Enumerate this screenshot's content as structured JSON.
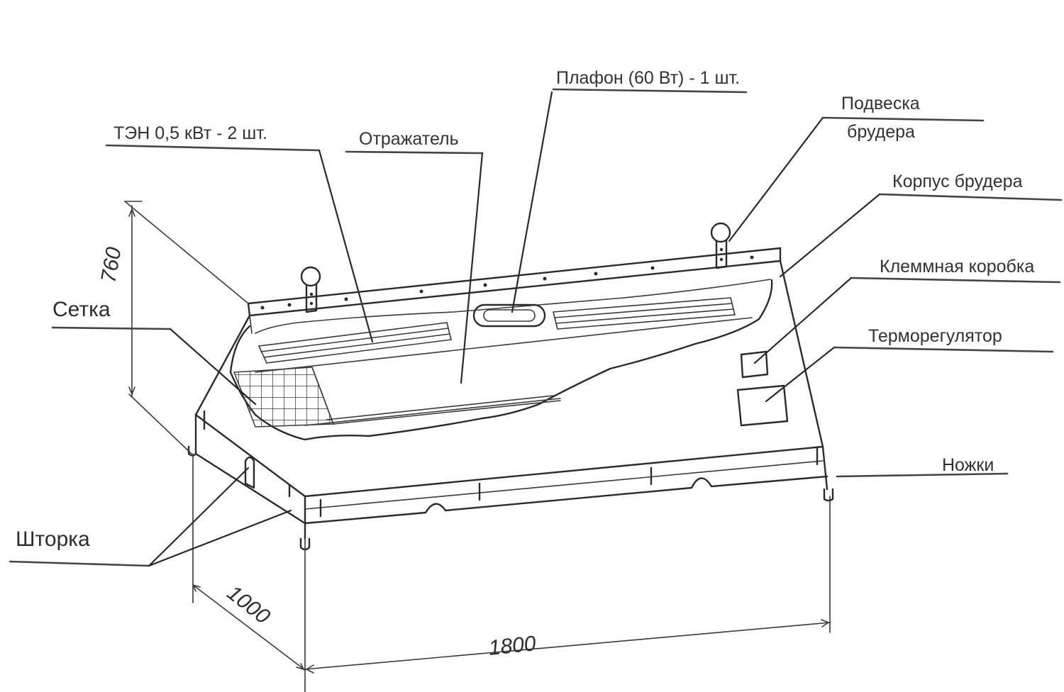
{
  "labels": {
    "lamp": "Плафон (60 Вт) - 1 шт.",
    "heater": "ТЭН 0,5 кВт - 2 шт.",
    "reflector": "Отражатель",
    "hanger_line1": "Подвеска",
    "hanger_line2": "брудера",
    "body": "Корпус брудера",
    "terminal_box": "Клеммная коробка",
    "thermostat": "Терморегулятор",
    "mesh": "Сетка",
    "legs": "Ножки",
    "curtain": "Шторка"
  },
  "dimensions": {
    "height": "760",
    "depth": "1000",
    "length": "1800"
  },
  "colors": {
    "line": "#2b2b2b",
    "text": "#333333",
    "background": "#ffffff"
  }
}
